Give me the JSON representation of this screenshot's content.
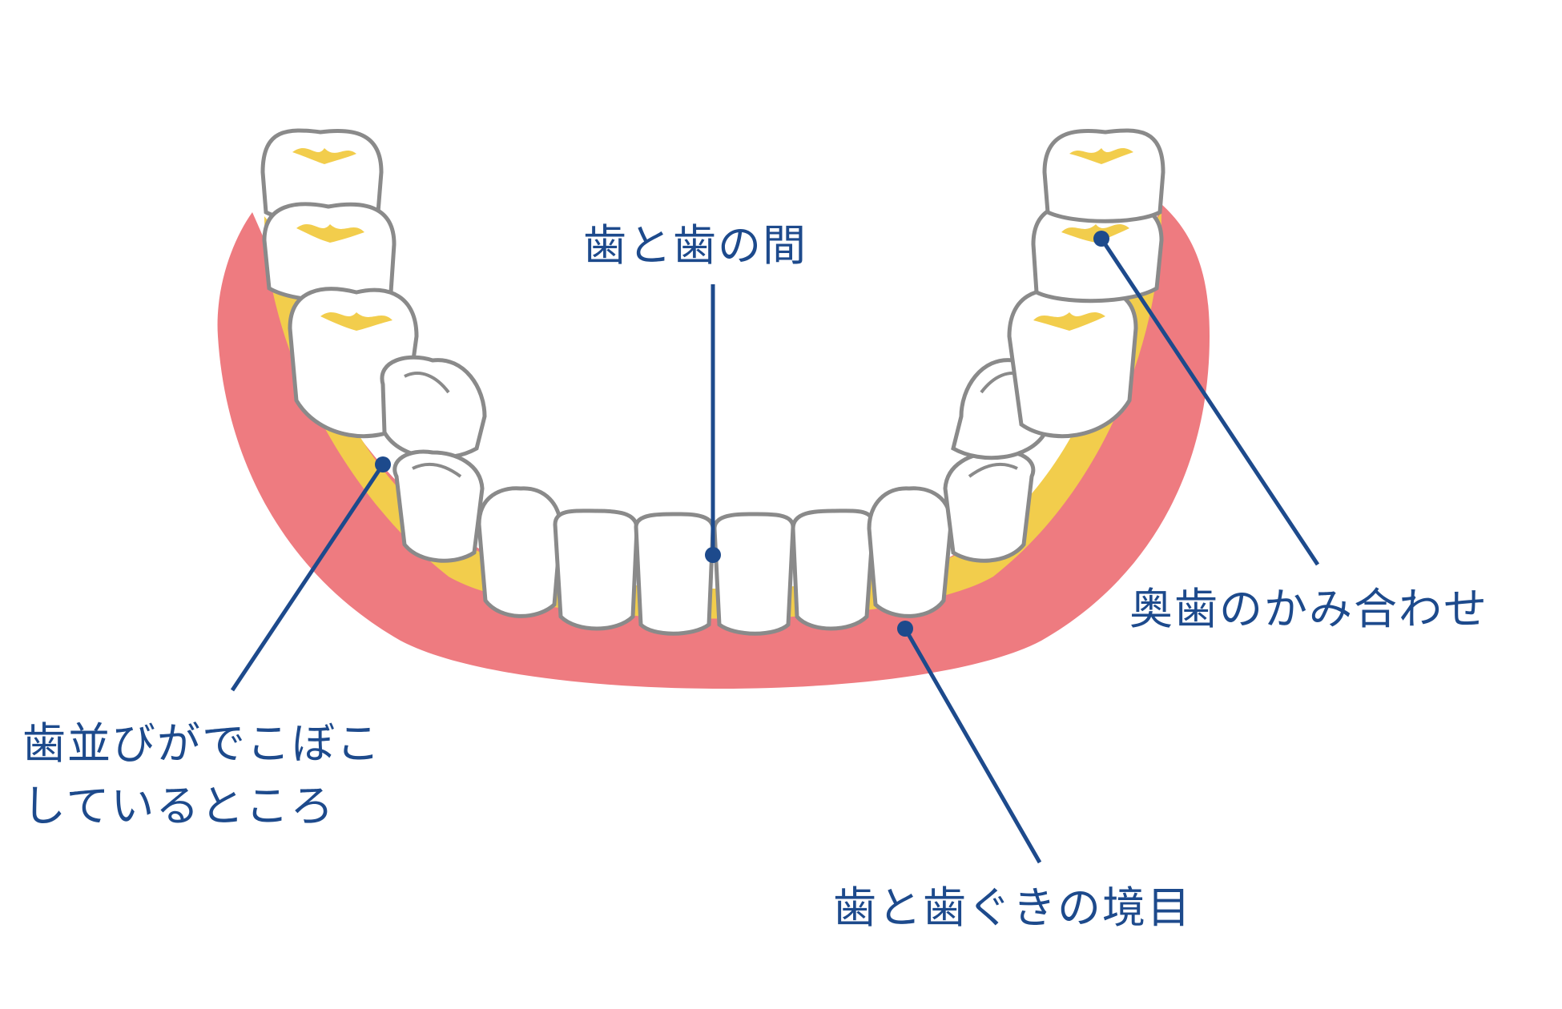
{
  "labels": {
    "between_teeth": "歯と歯の間",
    "molar_bite": "奥歯のかみ合わせ",
    "uneven_alignment": [
      "歯並びがでこぼこ",
      "しているところ"
    ],
    "gumline": "歯と歯ぐきの境目"
  },
  "colors": {
    "gum": "#ee7b80",
    "plaque": "#f2cd4c",
    "tooth": "#ffffff",
    "tooth_outline": "#8a8a8a",
    "leader": "#1d4a8c"
  }
}
